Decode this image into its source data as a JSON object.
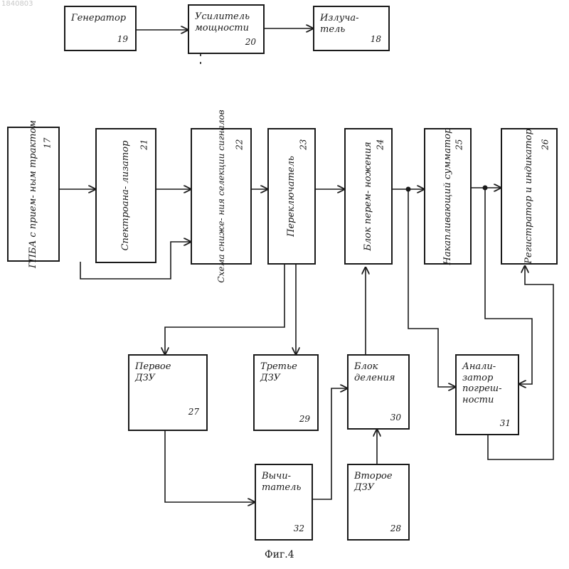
{
  "watermark": "1840803",
  "caption": "Фиг.4",
  "blocks": {
    "b19": {
      "label": "Генератор",
      "num": "19"
    },
    "b20": {
      "label": "Усилитель\nмощности",
      "num": "20"
    },
    "b18": {
      "label": "Излуча-\nтель",
      "num": "18"
    },
    "b17": {
      "label": "ГПБА с прием-\nным трактом",
      "num": "17"
    },
    "b21": {
      "label": "Спектроана-\nлизатор",
      "num": "21"
    },
    "b22": {
      "label": "Схема сниже-\nния селекции\nсигналов",
      "num": "22"
    },
    "b23": {
      "label": "Переключатель",
      "num": "23"
    },
    "b24": {
      "label": "Блок перем-\nножения",
      "num": "24"
    },
    "b25": {
      "label": "Накапливающий\nсумматор",
      "num": "25"
    },
    "b26": {
      "label": "Регистратор и\nиндикатор",
      "num": "26"
    },
    "b27": {
      "label": "Первое\nДЗУ",
      "num": "27"
    },
    "b29": {
      "label": "Третье\nДЗУ",
      "num": "29"
    },
    "b30": {
      "label": "Блок\nделения",
      "num": "30"
    },
    "b31": {
      "label": "Анали-\nзатор\nпогреш-\nности",
      "num": "31"
    },
    "b32": {
      "label": "Вычи-\nтатель",
      "num": "32"
    },
    "b28": {
      "label": "Второе\nДЗУ",
      "num": "28"
    }
  }
}
